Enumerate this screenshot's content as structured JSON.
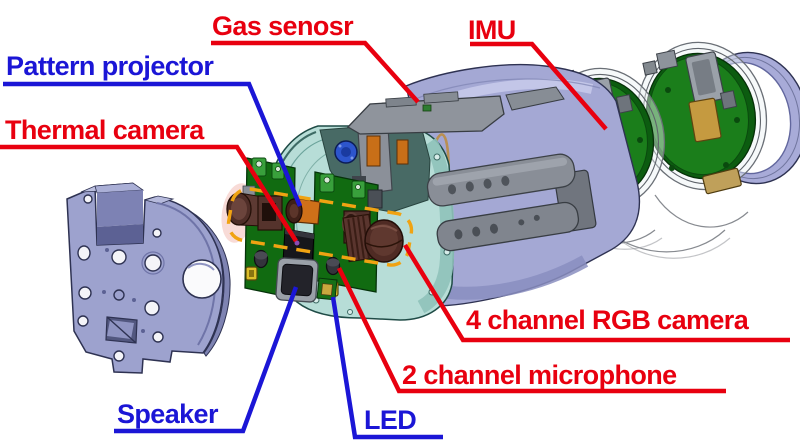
{
  "figure": {
    "description": "Exploded-view CAD diagram of a cylindrical multi-sensor robot module with annotated components",
    "background_color": "#ffffff"
  },
  "labels": {
    "gas_sensor": {
      "text": "Gas senosr",
      "color": "#e8000f"
    },
    "imu": {
      "text": "IMU",
      "color": "#e8000f"
    },
    "pattern_projector": {
      "text": "Pattern projector",
      "color": "#1b16d6"
    },
    "thermal_camera": {
      "text": "Thermal camera",
      "color": "#e8000f"
    },
    "speaker": {
      "text": "Speaker",
      "color": "#1b16d6"
    },
    "led": {
      "text": "LED",
      "color": "#1b16d6"
    },
    "microphone_2ch": {
      "text": "2 channel microphone",
      "color": "#e8000f"
    },
    "rgb_camera_4ch": {
      "text": "4 channel RGB camera",
      "color": "#e8000f"
    }
  },
  "annotations": {
    "red_leader_color": "#e8000f",
    "blue_leader_color": "#1b16d6",
    "dashed_highlight_box_color": "#f0a312",
    "dashed_highlight_glow_color": "#f6cfc9"
  },
  "palette": {
    "housing_lavender": "#a4a8d4",
    "front_shroud_teal": "#b7ddd7",
    "pcb_green": "#1b7e1b",
    "camera_lens_brown": "#5a352e",
    "projector_orange": "#cf7019",
    "chip_gold": "#c59a40",
    "metal_gray": "#8f949c",
    "fan_blue": "#2d55cc"
  }
}
